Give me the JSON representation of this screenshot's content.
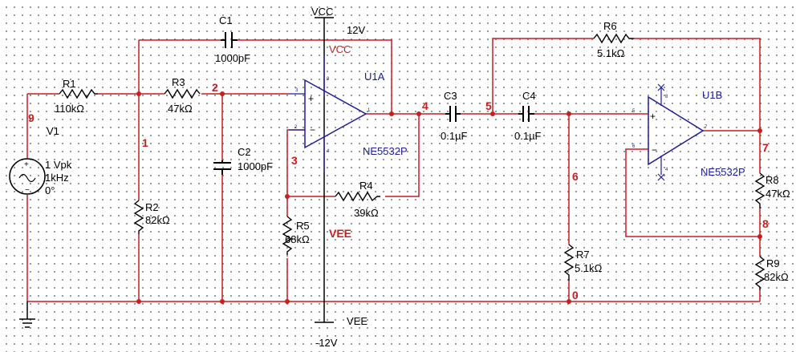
{
  "components": {
    "R1": {
      "ref": "R1",
      "value": "110kΩ"
    },
    "R2": {
      "ref": "R2",
      "value": "82kΩ"
    },
    "R3": {
      "ref": "R3",
      "value": "47kΩ"
    },
    "R4": {
      "ref": "R4",
      "value": "39kΩ"
    },
    "R5": {
      "ref": "R5",
      "value": "68kΩ"
    },
    "R6": {
      "ref": "R6",
      "value": "5.1kΩ"
    },
    "R7": {
      "ref": "R7",
      "value": "5.1kΩ"
    },
    "R8": {
      "ref": "R8",
      "value": "47kΩ"
    },
    "R9": {
      "ref": "R9",
      "value": "82kΩ"
    },
    "C1": {
      "ref": "C1",
      "value": "1000pF"
    },
    "C2": {
      "ref": "C2",
      "value": "1000pF"
    },
    "C3": {
      "ref": "C3",
      "value": "0.1µF"
    },
    "C4": {
      "ref": "C4",
      "value": "0.1µF"
    },
    "V1": {
      "ref": "V1",
      "amplitude": "1 Vpk",
      "frequency": "1kHz",
      "phase": "0°"
    },
    "U1A": {
      "ref": "U1A",
      "part": "NE5532P"
    },
    "U1B": {
      "ref": "U1B",
      "part": "NE5532P"
    }
  },
  "supplies": {
    "vcc_name": "VCC",
    "vcc_value": "12V",
    "vcc_net": "VCC",
    "vee_name": "VEE",
    "vee_value": "-12V",
    "vee_net": "VEE"
  },
  "nets": [
    "9",
    "1",
    "2",
    "3",
    "4",
    "5",
    "6",
    "7",
    "8",
    "0"
  ],
  "pins": {
    "u1a_pos": "3",
    "u1a_neg": "2",
    "u1a_out": "1",
    "u1a_vcc": "8",
    "u1a_vee": "4",
    "u1b_pos": "5",
    "u1b_neg": "6",
    "u1b_out": "7",
    "u1b_vcc": "8",
    "u1b_vee": "4"
  },
  "colors": {
    "wire": "#c81e1e",
    "component": "#1c1c9c",
    "text": "#000000",
    "net_label": "#c81e1e"
  }
}
